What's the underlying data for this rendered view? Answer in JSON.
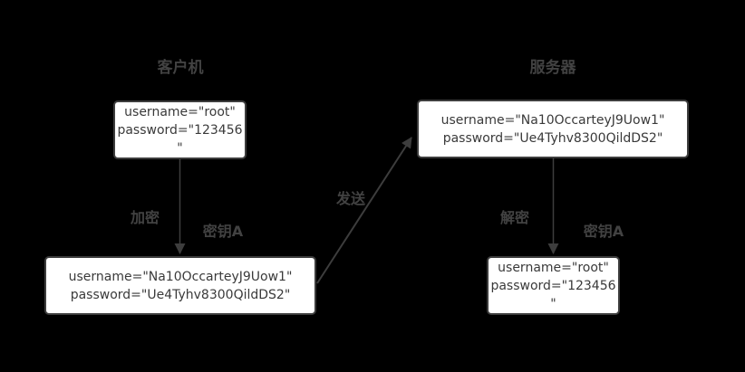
{
  "colors": {
    "background": "#000000",
    "box_fill": "#ffffff",
    "box_border": "#3d3d3d",
    "box_text": "#3a3a3a",
    "label_text": "#424242",
    "arrow": "#3d3d3d"
  },
  "client": {
    "title": "客户机",
    "plain_box": {
      "lines": [
        "username=\"root\"",
        "password=\"123456",
        "\""
      ]
    },
    "encrypted_box": {
      "lines": [
        "username=\"Na10OccarteyJ9Uow1\"",
        "password=\"Ue4Tyhv8300QildDS2\""
      ]
    },
    "encrypt_label": "加密",
    "key_label": "密钥A"
  },
  "server": {
    "title": "服务器",
    "encrypted_box": {
      "lines": [
        "username=\"Na10OccarteyJ9Uow1\"",
        "password=\"Ue4Tyhv8300QildDS2\""
      ]
    },
    "plain_box": {
      "lines": [
        "username=\"root\"",
        "password=\"123456",
        "\""
      ]
    },
    "decrypt_label": "解密",
    "key_label": "密钥A"
  },
  "send_label": "发送"
}
